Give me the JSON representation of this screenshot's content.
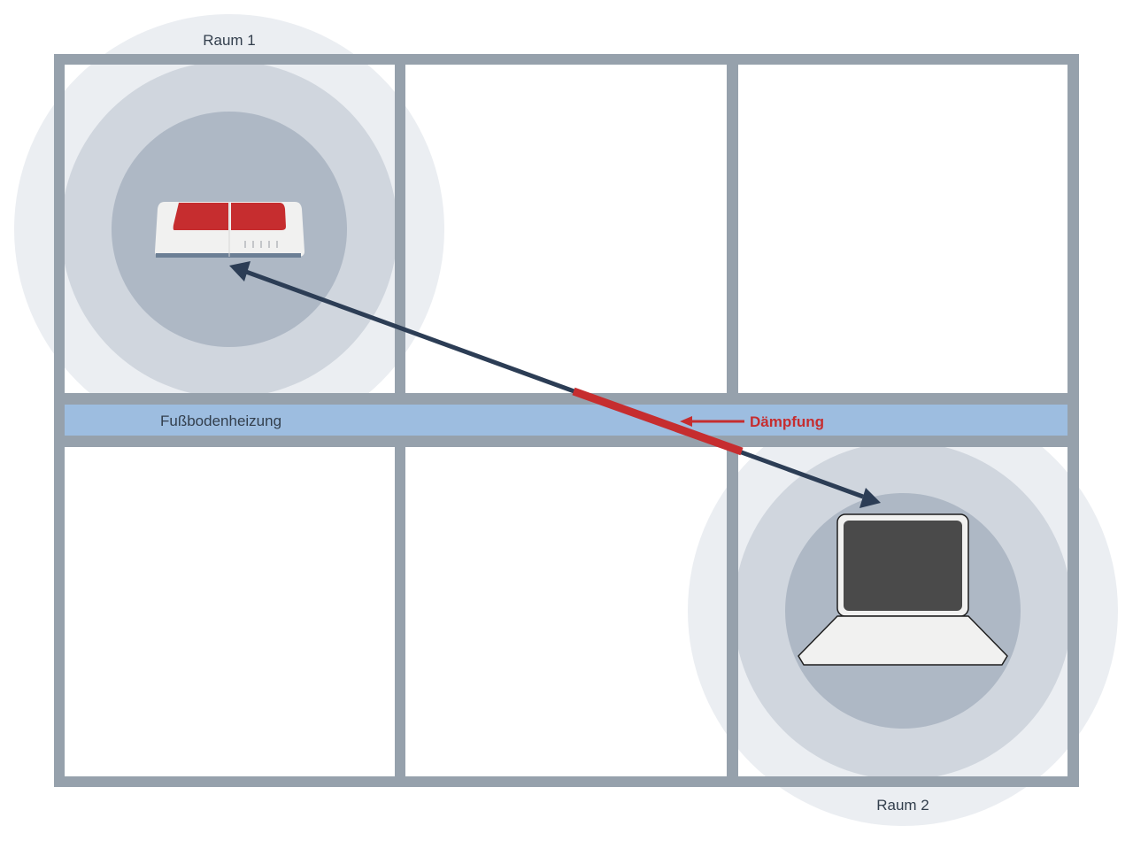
{
  "room1": {
    "label": "Raum 1"
  },
  "room2": {
    "label": "Raum 2"
  },
  "floor_heating": {
    "label": "Fußbodenheizung"
  },
  "attenuation": {
    "label": "Dämpfung"
  },
  "colors": {
    "wall": "#96a1ac",
    "floor_heating": "#9dbde0",
    "signal_inner": "#aeb8c5",
    "signal_middle": "#d0d6de",
    "signal_outer": "#ebeef2",
    "arrow": "#2c3d55",
    "attenuation": "#c62d2f",
    "router_red": "#c62d2f",
    "device_body": "#f1f1f0",
    "screen": "#4a4a4a",
    "text": "#333f4d"
  },
  "icons": {
    "router": "router-icon",
    "laptop": "laptop-icon"
  }
}
